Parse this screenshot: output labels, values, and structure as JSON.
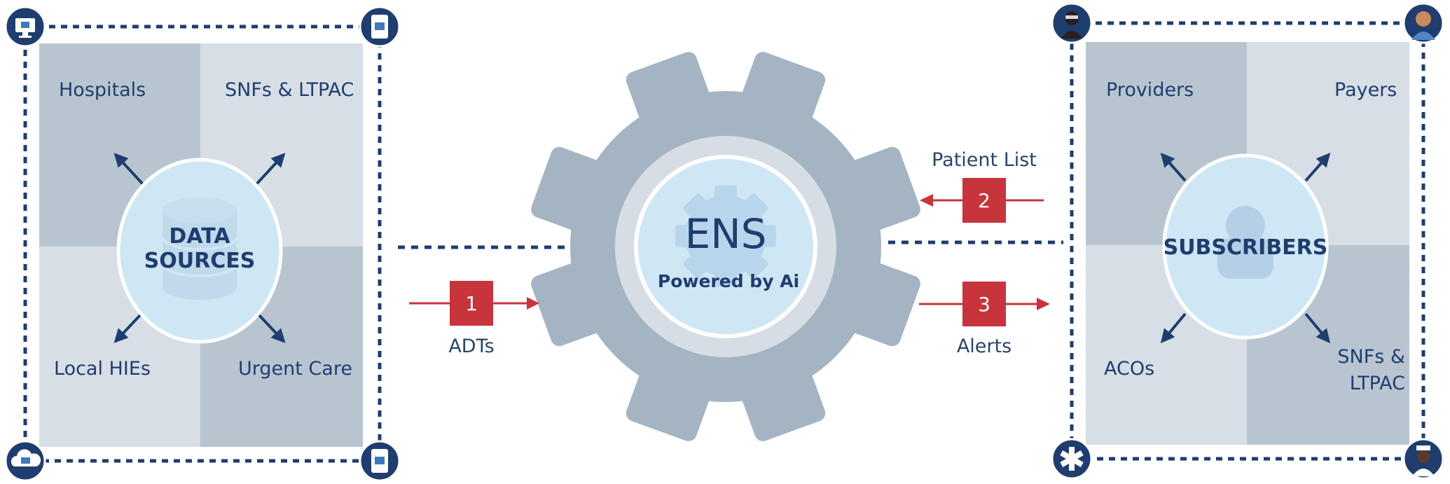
{
  "data_sources": {
    "title_line1": "DATA",
    "title_line2": "SOURCES",
    "quadrants": {
      "top_left": "Hospitals",
      "top_right": "SNFs & LTPAC",
      "bottom_left": "Local HIEs",
      "bottom_right": "Urgent Care"
    },
    "corner_icons": [
      "desktop-folder-icon",
      "tablet-folder-icon",
      "cloud-folder-icon",
      "tablet-device-icon"
    ]
  },
  "engine": {
    "title": "ENS",
    "subtitle": "Powered by Ai"
  },
  "steps": [
    {
      "number": "1",
      "label": "ADTs",
      "direction": "right"
    },
    {
      "number": "2",
      "label": "Patient List",
      "direction": "left"
    },
    {
      "number": "3",
      "label": "Alerts",
      "direction": "right"
    }
  ],
  "subscribers": {
    "title": "SUBSCRIBERS",
    "quadrants": {
      "top_left": "Providers",
      "top_right": "Payers",
      "bottom_left": "ACOs",
      "bottom_right_line1": "SNFs &",
      "bottom_right_line2": "LTPAC"
    },
    "corner_icons": [
      "doctor-icon",
      "patient-icon",
      "medical-star-icon",
      "nurse-icon"
    ]
  },
  "colors": {
    "navy": "#1f3d6e",
    "quad_dark": "#b8c5d1",
    "quad_light": "#d7dee6",
    "circle_fill": "#cfe6f5",
    "gear": "#a5b4c2",
    "step_red": "#c8343b"
  }
}
